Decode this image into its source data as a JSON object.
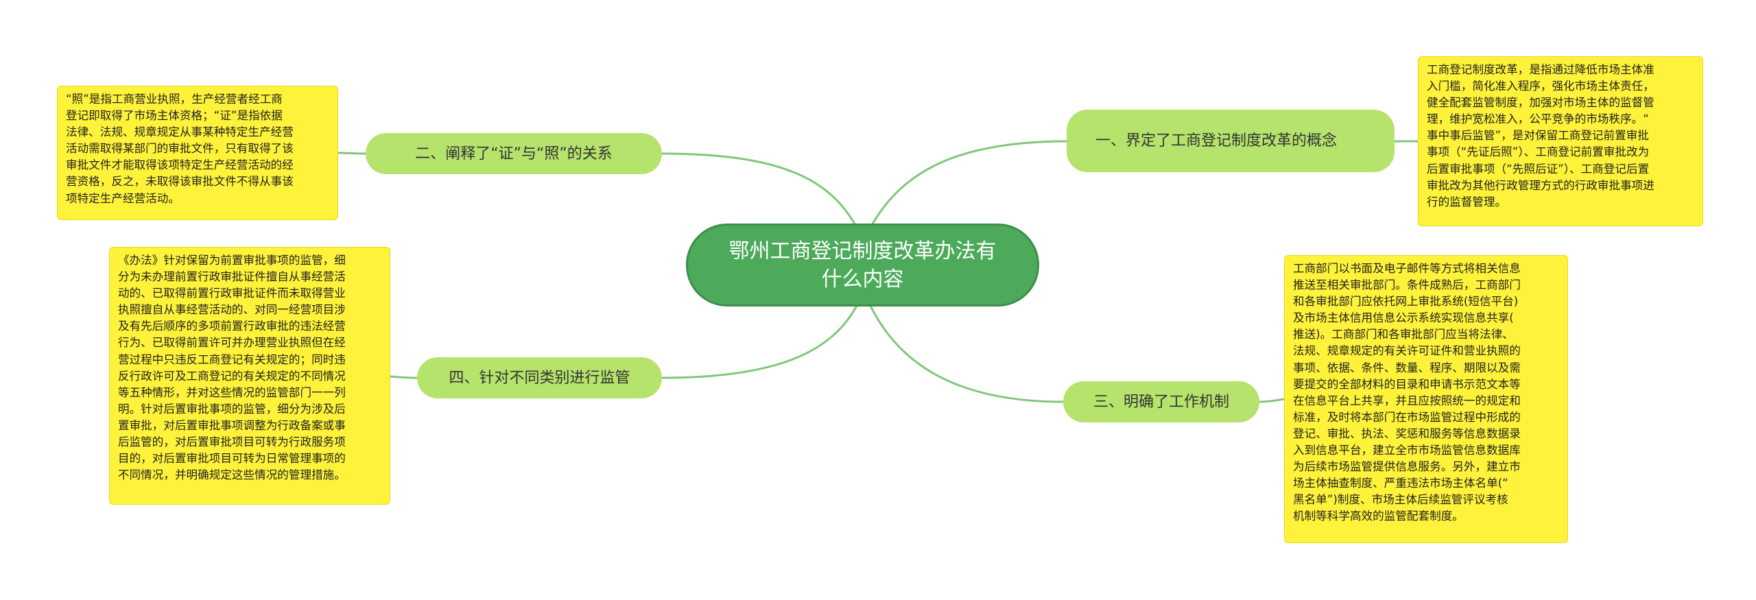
{
  "title": "鄂州工商登记制度改革办法有什么内容",
  "colors": {
    "center_fill": "#4caa5a",
    "branch_fill": "#b5e36c",
    "leaf_fill": "#fef33a",
    "connector": "#7fc77a"
  },
  "branches": [
    {
      "label": "一、界定了工商登记制度改革的概念",
      "text": "工商登记制度改革，是指通过降低市场主体准\n入门槛，简化准入程序，强化市场主体责任，\n健全配套监管制度，加强对市场主体的监督管\n理，维护宽松准入，公平竞争的市场秩序。“\n事中事后监管”，是对保留工商登记前置审批\n事项（“先证后照”）、工商登记前置审批改为\n后置审批事项（“先照后证”）、工商登记后置\n审批改为其他行政管理方式的行政审批事项进\n行的监督管理。"
    },
    {
      "label": "二、阐释了“证”与“照”的关系",
      "text": "“照”是指工商营业执照，生产经营者经工商\n登记即取得了市场主体资格；“证”是指依据\n法律、法规、规章规定从事某种特定生产经营\n活动需取得某部门的审批文件，只有取得了该\n审批文件才能取得该项特定生产经营活动的经\n营资格，反之，未取得该审批文件不得从事该\n项特定生产经营活动。"
    },
    {
      "label": "三、明确了工作机制",
      "text": "工商部门以书面及电子邮件等方式将相关信息\n推送至相关审批部门。条件成熟后，工商部门\n和各审批部门应依托网上审批系统(短信平台)\n及市场主体信用信息公示系统实现信息共享(\n推送)。工商部门和各审批部门应当将法律、\n法规、规章规定的有关许可证件和营业执照的\n事项、依据、条件、数量、程序、期限以及需\n要提交的全部材料的目录和申请书示范文本等\n在信息平台上共享，并且应按照统一的规定和\n标准，及时将本部门在市场监管过程中形成的\n登记、审批、执法、奖惩和服务等信息数据录\n入到信息平台，建立全市市场监管信息数据库\n为后续市场监管提供信息服务。另外，建立市\n场主体抽查制度、严重违法市场主体名单(“\n黑名单”)制度、市场主体后续监管评议考核\n机制等科学高效的监管配套制度。"
    },
    {
      "label": "四、针对不同类别进行监管",
      "text": "《办法》针对保留为前置审批事项的监管，细\n分为未办理前置行政审批证件擅自从事经营活\n动的、已取得前置行政审批证件而未取得营业\n执照擅自从事经营活动的、对同一经营项目涉\n及有先后顺序的多项前置行政审批的违法经营\n行为、已取得前置许可并办理营业执照但在经\n营过程中只违反工商登记有关规定的；同时违\n反行政许可及工商登记的有关规定的不同情况\n等五种情形，并对这些情况的监管部门一一列\n明。针对后置审批事项的监管，细分为涉及后\n置审批，对后置审批事项调整为行政备案或事\n后监管的，对后置审批项目可转为行政服务项\n目的，对后置审批项目可转为日常管理事项的\n不同情况，并明确规定这些情况的管理措施。"
    }
  ]
}
